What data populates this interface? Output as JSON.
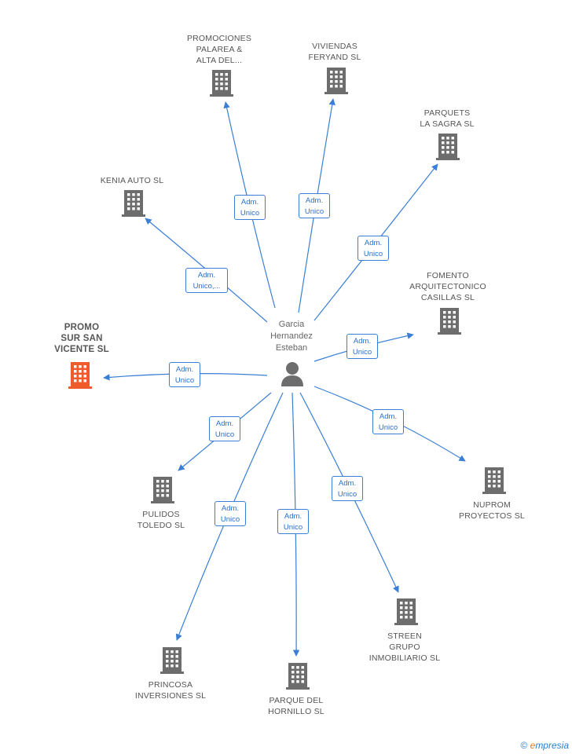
{
  "center": {
    "name": "Garcia\nHernandez\nEsteban"
  },
  "nodes": [
    {
      "id": "promociones-palarea",
      "label": "PROMOCIONES\nPALAREA &\nALTA DEL...",
      "edge": "Adm.\nUnico",
      "highlight": false
    },
    {
      "id": "viviendas-feryand",
      "label": "VIVIENDAS\nFERYAND SL",
      "edge": "Adm.\nUnico",
      "highlight": false
    },
    {
      "id": "parquets-la-sagra",
      "label": "PARQUETS\nLA SAGRA SL",
      "edge": "Adm.\nUnico",
      "highlight": false
    },
    {
      "id": "kenia-auto",
      "label": "KENIA AUTO  SL",
      "edge": "Adm.\nUnico,...",
      "highlight": false
    },
    {
      "id": "fomento-arquitectonico",
      "label": "FOMENTO\nARQUITECTONICO\nCASILLAS SL",
      "edge": "Adm.\nUnico",
      "highlight": false
    },
    {
      "id": "promo-sur-san-vicente",
      "label": "PROMO\nSUR SAN\nVICENTE SL",
      "edge": "Adm.\nUnico",
      "highlight": true
    },
    {
      "id": "pulidos-toledo",
      "label": "PULIDOS\nTOLEDO SL",
      "edge": "Adm.\nUnico",
      "highlight": false
    },
    {
      "id": "nuprom-proyectos",
      "label": "NUPROM\nPROYECTOS SL",
      "edge": "Adm.\nUnico",
      "highlight": false
    },
    {
      "id": "princosa-inversiones",
      "label": "PRINCOSA\nINVERSIONES SL",
      "edge": "Adm.\nUnico",
      "highlight": false
    },
    {
      "id": "parque-del-hornillo",
      "label": "PARQUE DEL\nHORNILLO SL",
      "edge": "Adm.\nUnico",
      "highlight": false
    },
    {
      "id": "streen-grupo",
      "label": "STREEN\nGRUPO\nINMOBILIARIO SL",
      "edge": "Adm.\nUnico",
      "highlight": false
    }
  ],
  "colors": {
    "edge": "#3a7fd5",
    "building": "#6d6d6d",
    "highlight_building": "#f15a2a",
    "person": "#6d6d6d"
  },
  "footer": {
    "copyright": "©",
    "brand_initial": "e",
    "brand_rest": "mpresia"
  }
}
